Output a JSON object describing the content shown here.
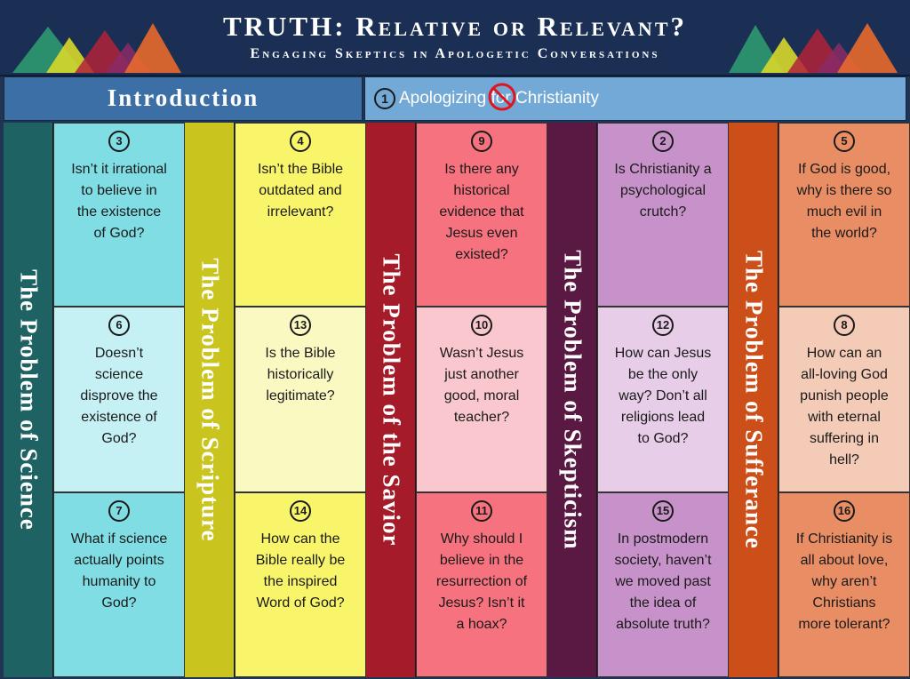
{
  "header": {
    "title": "TRUTH: Relative or Relevant?",
    "subtitle": "Engaging Skeptics in Apologetic Conversations"
  },
  "intro": {
    "label": "Introduction",
    "q1_number": "1",
    "q1_before": "Apologizing ",
    "q1_crossed": "for",
    "q1_after": " Christianity"
  },
  "columns": [
    {
      "band": "The Problem of Science",
      "colors": {
        "band": "#1f6263",
        "bandText": "#ffffff",
        "cells": [
          "#7fdde3",
          "#c5f1f4",
          "#7fdde3"
        ]
      },
      "cells": [
        {
          "num": "3",
          "text": "Isn’t it irrational to believe in the existence of God?"
        },
        {
          "num": "6",
          "text": "Doesn’t science disprove the existence of God?"
        },
        {
          "num": "7",
          "text": "What if science actually points humanity to God?"
        }
      ]
    },
    {
      "band": "The Problem of Scripture",
      "colors": {
        "band": "#c9c41e",
        "bandText": "#ffffff",
        "cells": [
          "#f9f56a",
          "#fbf9c2",
          "#f9f56a"
        ]
      },
      "cells": [
        {
          "num": "4",
          "text": "Isn’t the Bible outdated and irrelevant?"
        },
        {
          "num": "13",
          "text": "Is the Bible historically legitimate?"
        },
        {
          "num": "14",
          "text": "How can the Bible really be the inspired Word of God?"
        }
      ]
    },
    {
      "band": "The Problem of the Savior",
      "colors": {
        "band": "#a51b2a",
        "bandText": "#ffffff",
        "cells": [
          "#f5727e",
          "#f9c7cd",
          "#f5727e"
        ]
      },
      "cells": [
        {
          "num": "9",
          "text": "Is there any historical evidence that Jesus even existed?"
        },
        {
          "num": "10",
          "text": "Wasn’t Jesus just another good, moral teacher?"
        },
        {
          "num": "11",
          "text": "Why should I believe in the resurrection of Jesus? Isn’t it a hoax?"
        }
      ]
    },
    {
      "band": "The Problem of Skepticism",
      "colors": {
        "band": "#5a1943",
        "bandText": "#ffffff",
        "cells": [
          "#c792c9",
          "#e8cde8",
          "#c792c9"
        ]
      },
      "cells": [
        {
          "num": "2",
          "text": "Is Christianity a psychological crutch?"
        },
        {
          "num": "12",
          "text": "How can Jesus be the only way? Don’t all religions lead to God?"
        },
        {
          "num": "15",
          "text": "In postmodern society, haven’t we moved past the idea of absolute truth?"
        }
      ]
    },
    {
      "band": "The Problem of Sufferance",
      "colors": {
        "band": "#cc4f1a",
        "bandText": "#ffffff",
        "cells": [
          "#e98e64",
          "#f4cbb7",
          "#e98e64"
        ]
      },
      "cells": [
        {
          "num": "5",
          "text": "If God is good, why is there so much evil in the world?"
        },
        {
          "num": "8",
          "text": "How can an all-loving God punish people with eternal suffering in hell?"
        },
        {
          "num": "16",
          "text": "If Christianity is all about love, why aren’t Christians more tolerant?"
        }
      ]
    }
  ],
  "mountain_colors": [
    "#2e9a71",
    "#d7d82a",
    "#b2223a",
    "#8a2a66",
    "#e86a2c"
  ]
}
